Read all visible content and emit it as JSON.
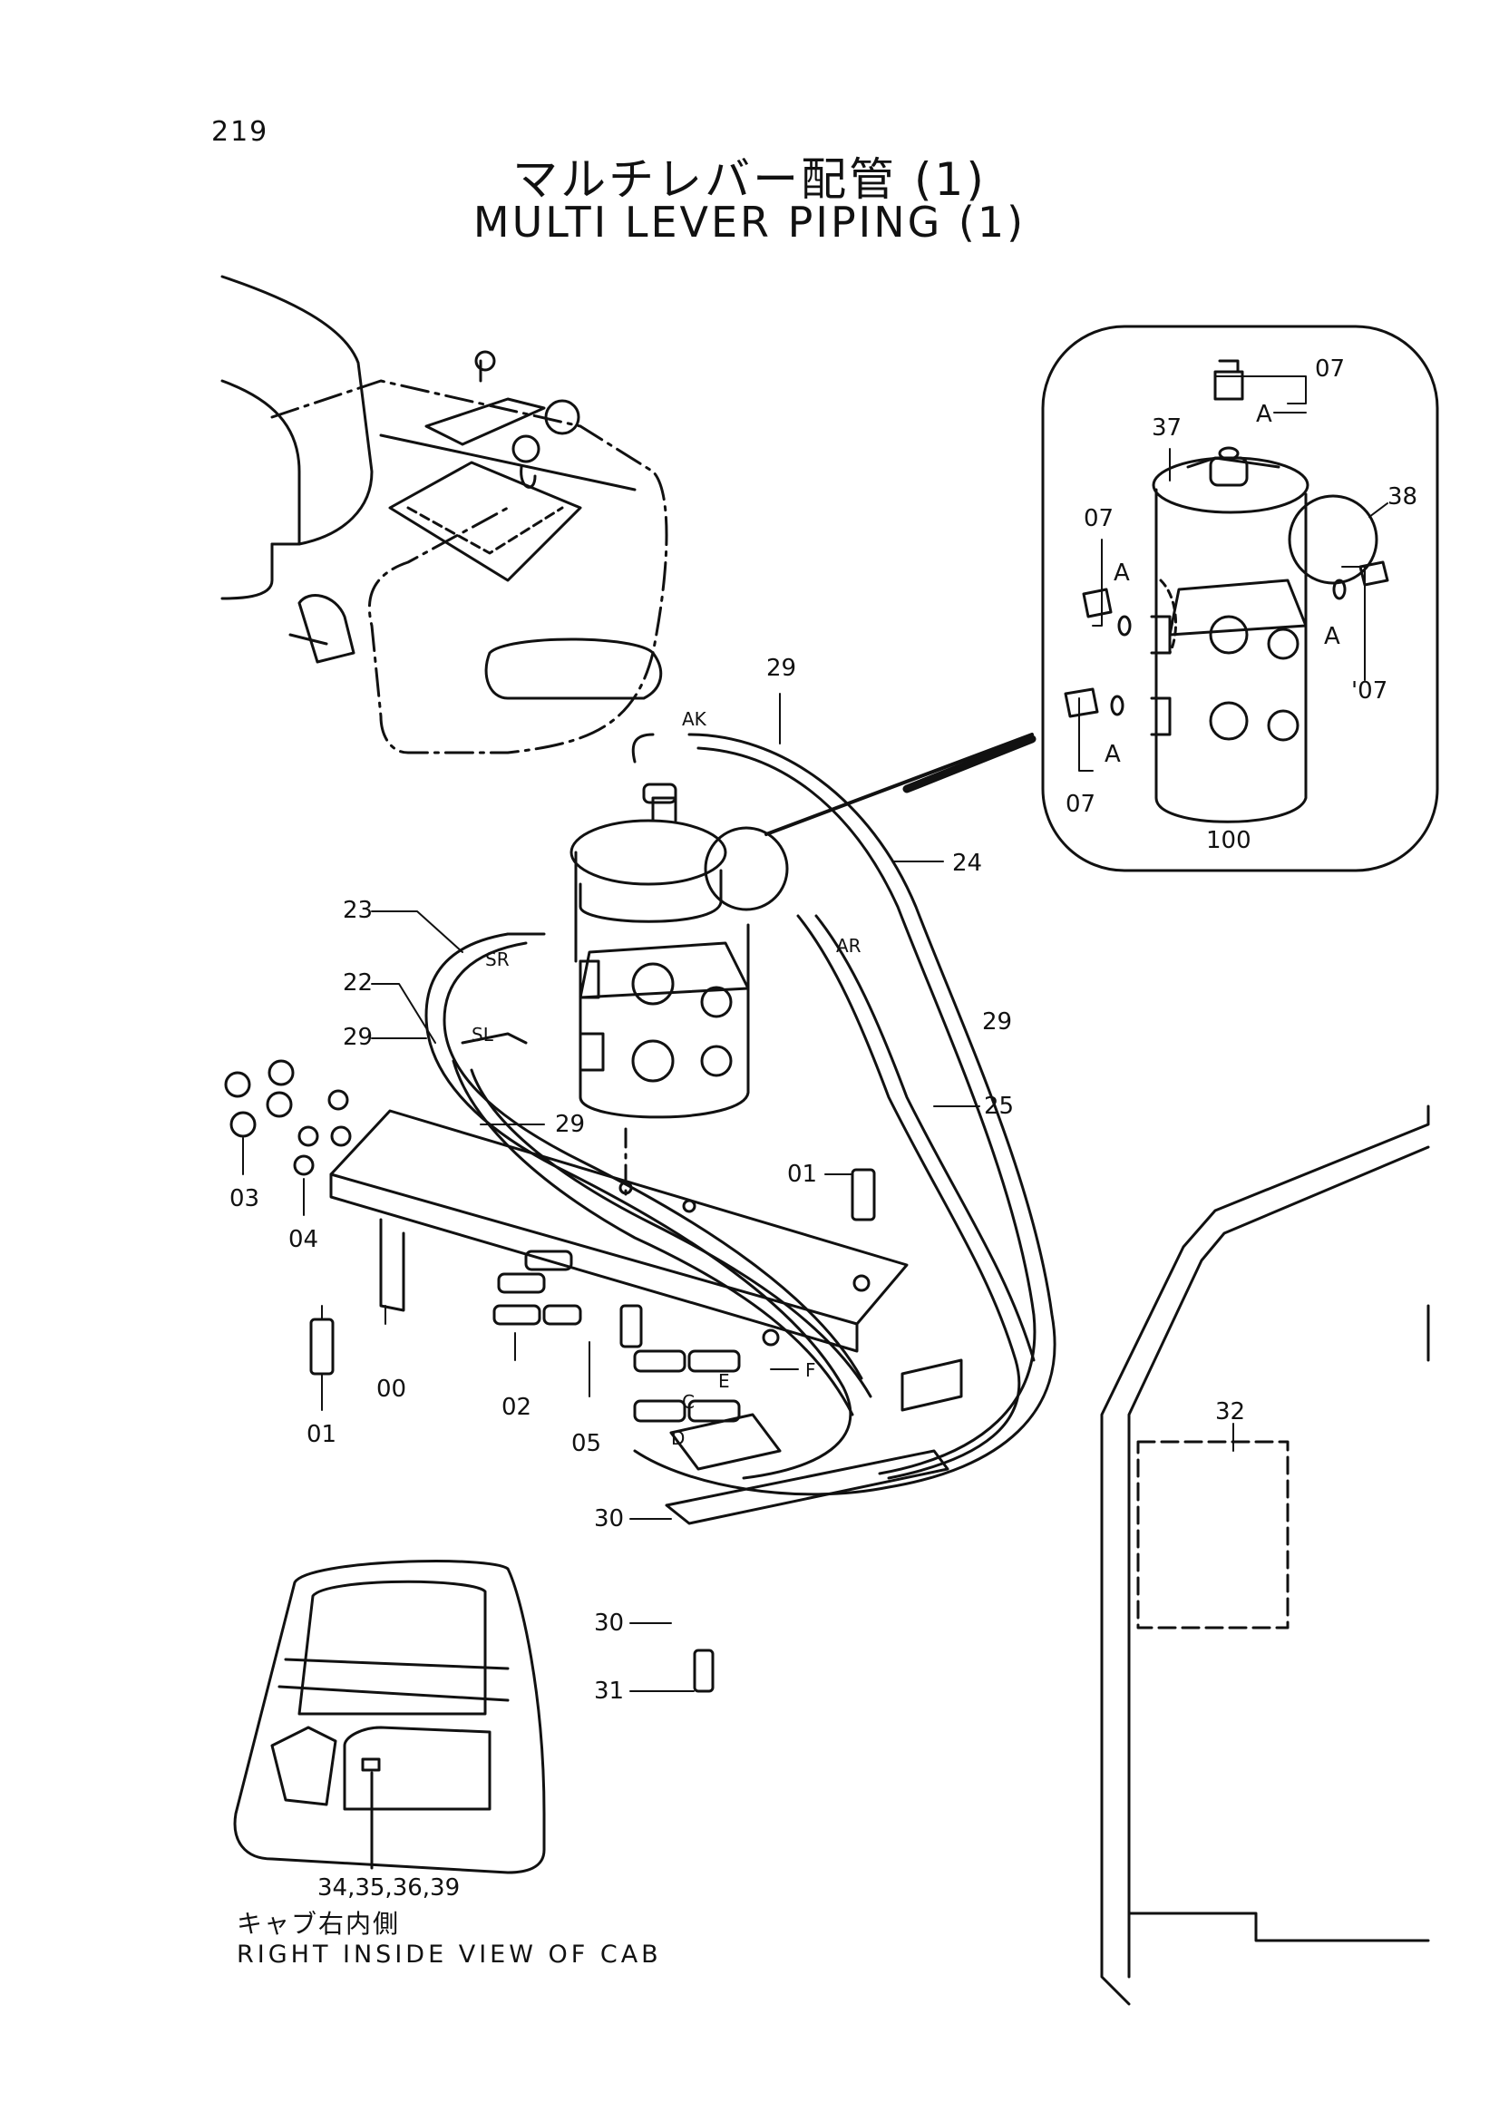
{
  "page_number": "219",
  "title_jp": "マルチレバー配管 (1)",
  "title_en": "MULTI LEVER PIPING (1)",
  "callouts": {
    "c07a": "07",
    "cAa": "A",
    "c37": "37",
    "c38": "38",
    "c07b": "07",
    "cAb": "A",
    "cAc": "A",
    "c07c": "'07",
    "cAd": "A",
    "c07d": "07",
    "c100": "100",
    "c29a": "29",
    "cAK": "AK",
    "c24": "24",
    "c23": "23",
    "cSR": "SR",
    "cAR": "AR",
    "c22": "22",
    "c29b": "29",
    "c29c": "29",
    "cSL": "SL",
    "c29d": "29",
    "c25": "25",
    "c01a": "01",
    "c03": "03",
    "c04": "04",
    "c00": "00",
    "c02": "02",
    "c05": "05",
    "c01b": "01",
    "cE": "E",
    "cF": "F",
    "cC": "C",
    "cD": "D",
    "c30a": "30",
    "c32": "32",
    "c30b": "30",
    "c31": "31",
    "c34": "34,35,36,39"
  },
  "caption_jp": "キャブ右内側",
  "caption_en": "RIGHT INSIDE VIEW OF CAB"
}
